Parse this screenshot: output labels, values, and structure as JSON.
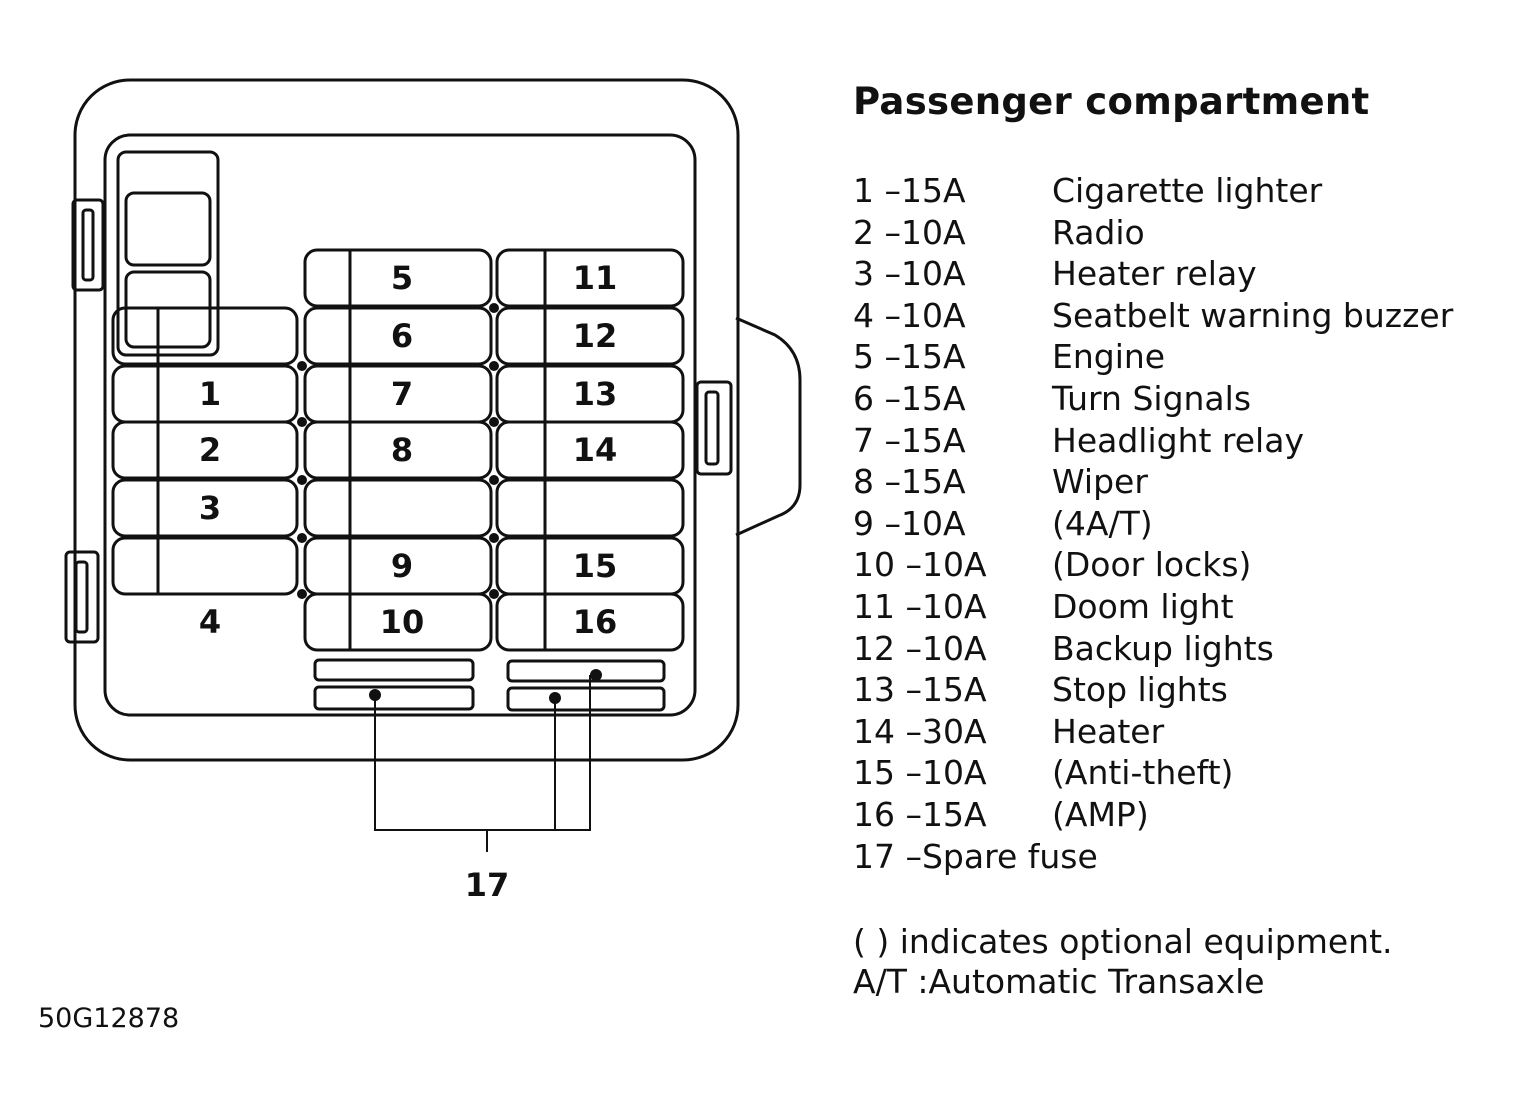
{
  "title": "Passenger compartment",
  "fuses": [
    {
      "code": "1 –15A",
      "desc": "Cigarette lighter"
    },
    {
      "code": "2 –10A",
      "desc": "Radio"
    },
    {
      "code": "3 –10A",
      "desc": "Heater relay"
    },
    {
      "code": "4 –10A",
      "desc": "Seatbelt warning buzzer"
    },
    {
      "code": "5 –15A",
      "desc": "Engine"
    },
    {
      "code": "6 –15A",
      "desc": "Turn Signals"
    },
    {
      "code": "7 –15A",
      "desc": "Headlight relay"
    },
    {
      "code": "8 –15A",
      "desc": "Wiper"
    },
    {
      "code": "9 –10A",
      "desc": "(4A/T)"
    },
    {
      "code": "10 –10A",
      "desc": "(Door locks)"
    },
    {
      "code": "11 –10A",
      "desc": "Doom light"
    },
    {
      "code": "12 –10A",
      "desc": "Backup lights"
    },
    {
      "code": "13 –15A",
      "desc": "Stop lights"
    },
    {
      "code": "14 –30A",
      "desc": "Heater"
    },
    {
      "code": "15 –10A",
      "desc": "(Anti-theft)"
    },
    {
      "code": "16 –15A",
      "desc": "(AMP)"
    }
  ],
  "spare": "17 –Spare fuse",
  "note_optional": "(     ) indicates optional equipment.",
  "note_at": "A/T :Automatic Transaxle",
  "reference": "50G12878",
  "diagram": {
    "fuse_numbers": [
      "1",
      "2",
      "3",
      "4",
      "5",
      "6",
      "7",
      "8",
      "9",
      "10",
      "11",
      "12",
      "13",
      "14",
      "15",
      "16"
    ],
    "spare_label": "17"
  }
}
